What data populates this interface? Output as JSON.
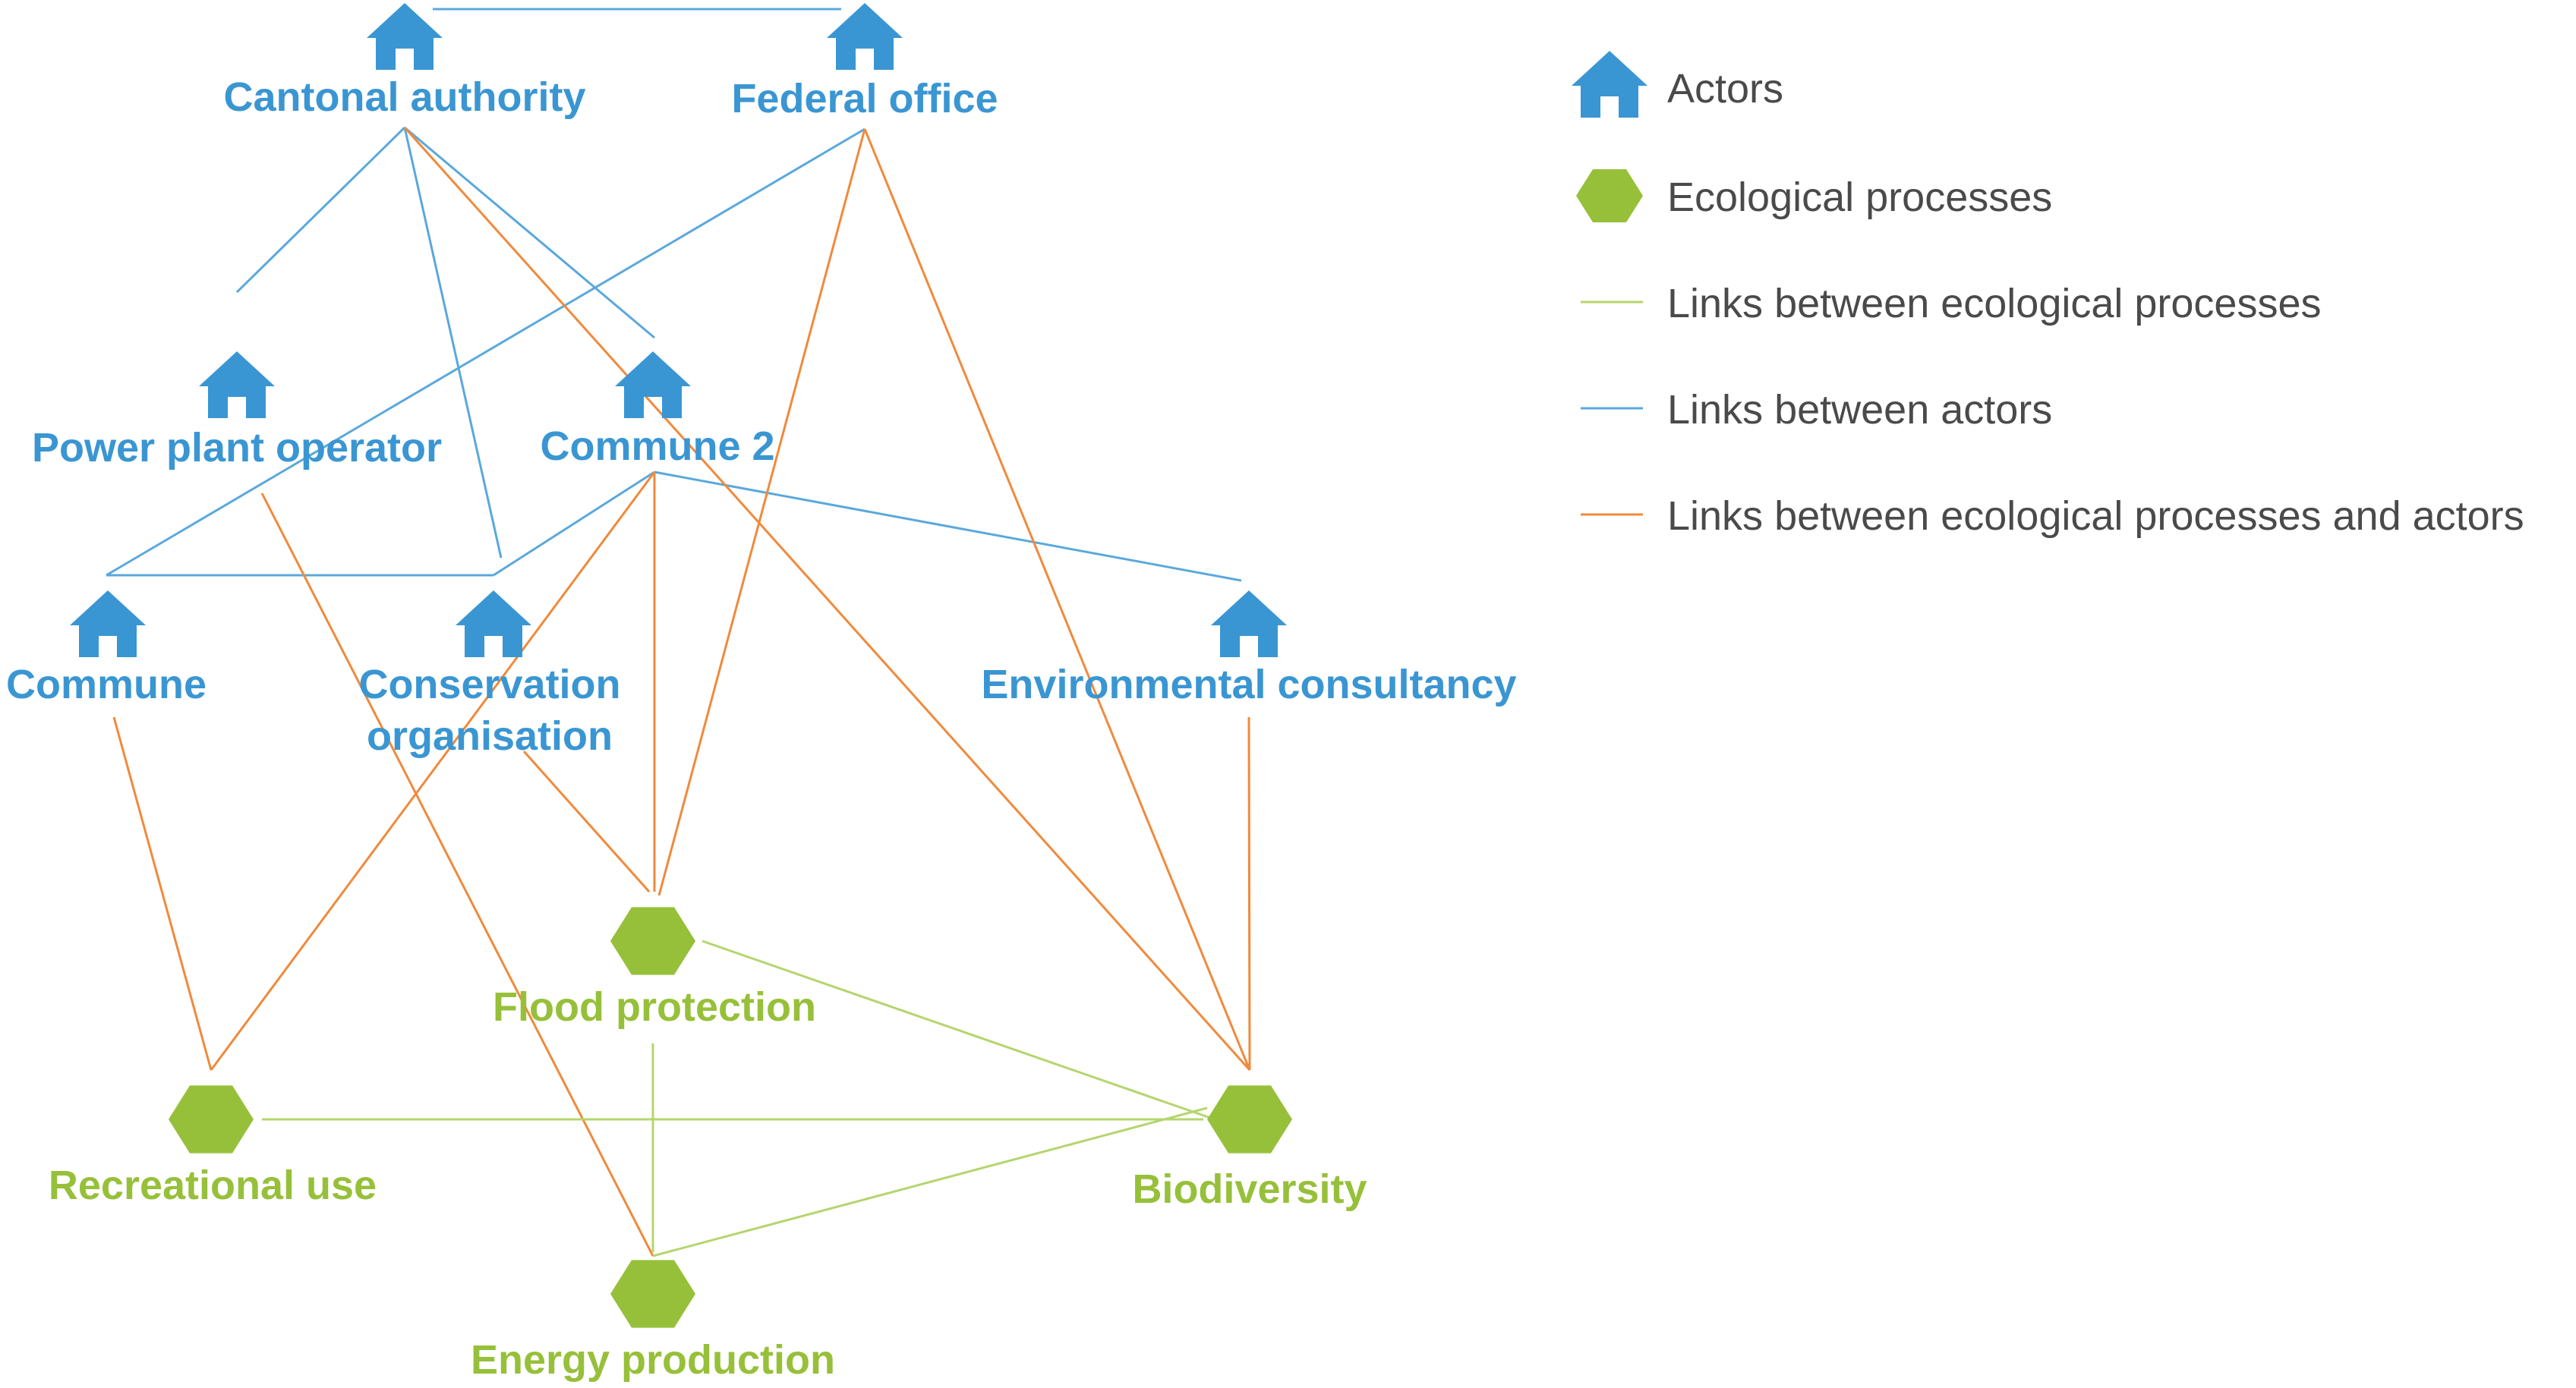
{
  "colors": {
    "actor": "#3a96d2",
    "process": "#97c03a",
    "actor_link": "#5aa8dc",
    "process_link": "#b5d56e",
    "mixed_link": "#f08a3c",
    "legend_text": "#4a4a4a"
  },
  "nodes": {
    "cantonal": {
      "type": "actor",
      "label": "Cantonal authority"
    },
    "federal": {
      "type": "actor",
      "label": "Federal office"
    },
    "power": {
      "type": "actor",
      "label": "Power plant operator"
    },
    "commune2": {
      "type": "actor",
      "label": "Commune 2"
    },
    "commune": {
      "type": "actor",
      "label": "Commune"
    },
    "conservation": {
      "type": "actor",
      "label_lines": [
        "Conservation",
        "organisation"
      ]
    },
    "envcons": {
      "type": "actor",
      "label": "Environmental consultancy"
    },
    "flood": {
      "type": "process",
      "label": "Flood protection"
    },
    "recreational": {
      "type": "process",
      "label": "Recreational use"
    },
    "biodiversity": {
      "type": "process",
      "label": "Biodiversity"
    },
    "energy": {
      "type": "process",
      "label": "Energy production"
    }
  },
  "links": [
    {
      "from": "cantonal",
      "to": "federal",
      "kind": "actor"
    },
    {
      "from": "cantonal",
      "to": "power",
      "kind": "actor"
    },
    {
      "from": "cantonal",
      "to": "commune2",
      "kind": "actor"
    },
    {
      "from": "cantonal",
      "to": "conservation",
      "kind": "actor"
    },
    {
      "from": "federal",
      "to": "commune",
      "kind": "actor"
    },
    {
      "from": "commune",
      "to": "conservation",
      "kind": "actor"
    },
    {
      "from": "commune2",
      "to": "conservation",
      "kind": "actor"
    },
    {
      "from": "commune2",
      "to": "envcons",
      "kind": "actor"
    },
    {
      "from": "cantonal",
      "to": "biodiversity",
      "kind": "mixed"
    },
    {
      "from": "federal",
      "to": "flood",
      "kind": "mixed"
    },
    {
      "from": "federal",
      "to": "biodiversity",
      "kind": "mixed"
    },
    {
      "from": "power",
      "to": "energy",
      "kind": "mixed"
    },
    {
      "from": "commune2",
      "to": "flood",
      "kind": "mixed"
    },
    {
      "from": "commune2",
      "to": "recreational",
      "kind": "mixed"
    },
    {
      "from": "commune",
      "to": "recreational",
      "kind": "mixed"
    },
    {
      "from": "conservation",
      "to": "flood",
      "kind": "mixed"
    },
    {
      "from": "envcons",
      "to": "biodiversity",
      "kind": "mixed"
    },
    {
      "from": "flood",
      "to": "biodiversity",
      "kind": "process"
    },
    {
      "from": "flood",
      "to": "energy",
      "kind": "process"
    },
    {
      "from": "recreational",
      "to": "biodiversity",
      "kind": "process"
    },
    {
      "from": "energy",
      "to": "biodiversity",
      "kind": "process"
    }
  ],
  "legend": [
    {
      "symbol": "actor-icon",
      "label": "Actors"
    },
    {
      "symbol": "process-icon",
      "label": "Ecological processes"
    },
    {
      "symbol": "process-link",
      "label": "Links between ecological processes"
    },
    {
      "symbol": "actor-link",
      "label": "Links between actors"
    },
    {
      "symbol": "mixed-link",
      "label": "Links between ecological processes and actors"
    }
  ]
}
